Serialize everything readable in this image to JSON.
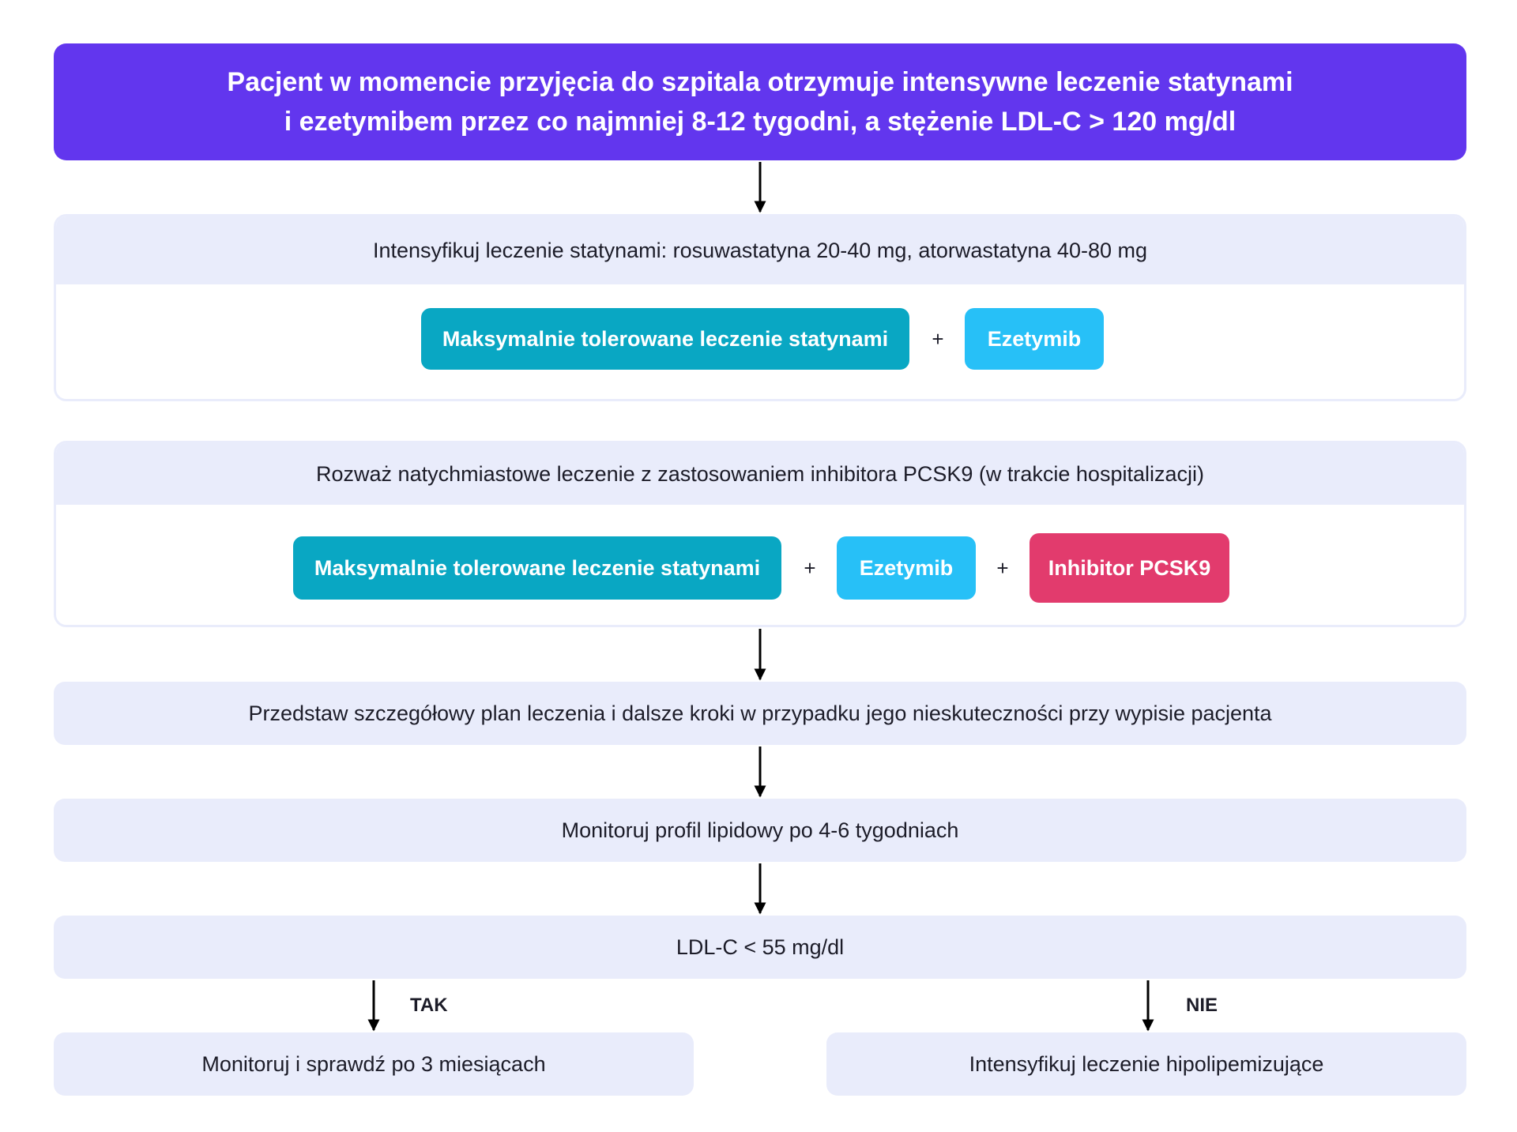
{
  "top": {
    "line1": "Pacjent w momencie przyjęcia do szpitala otrzymuje intensywne leczenie statynami",
    "line2": "i ezetymibem przez co najmniej 8-12 tygodni, a stężenie LDL-C > 120 mg/dl"
  },
  "step1": {
    "title": "Intensyfikuj leczenie statynami: rosuwastatyna 20-40 mg, atorwastatyna 40-80 mg",
    "pill_statins": "Maksymalnie tolerowane leczenie statynami",
    "plus": "+",
    "pill_ezetimibe": "Ezetymib"
  },
  "step2": {
    "title": "Rozważ natychmiastowe leczenie z zastosowaniem inhibitora PCSK9 (w trakcie hospitalizacji)",
    "pill_statins": "Maksymalnie tolerowane leczenie statynami",
    "plus1": "+",
    "pill_ezetimibe": "Ezetymib",
    "plus2": "+",
    "pill_pcsk9": "Inhibitor PCSK9"
  },
  "step3": {
    "text": "Przedstaw szczegółowy plan leczenia i dalsze kroki w przypadku jego nieskuteczności przy wypisie pacjenta"
  },
  "step4": {
    "text": "Monitoruj profil lipidowy po 4-6 tygodniach"
  },
  "decision": {
    "text": "LDL-C < 55 mg/dl"
  },
  "branch_yes": {
    "label": "TAK",
    "text": "Monitoruj i sprawdź po 3 miesiącach"
  },
  "branch_no": {
    "label": "NIE",
    "text": "Intensyfikuj leczenie hipolipemizujące"
  },
  "colors": {
    "header": "#6236ee",
    "panel": "#e9ecfb",
    "statins": "#09a7c3",
    "ezetimibe": "#27c0f7",
    "pcsk9": "#e23b6d"
  }
}
